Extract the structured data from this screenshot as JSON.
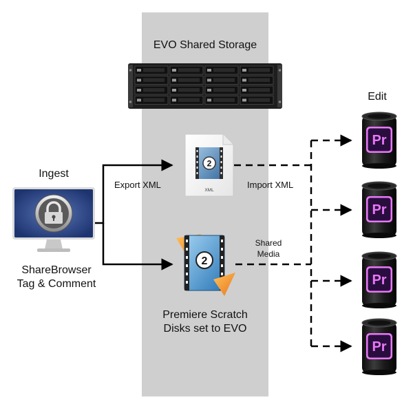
{
  "storage": {
    "title": "EVO Shared Storage"
  },
  "ingest": {
    "title": "Ingest",
    "caption_line1": "ShareBrowser",
    "caption_line2": "Tag & Comment"
  },
  "edit": {
    "title": "Edit",
    "app_badge": "Pr"
  },
  "xml_file": {
    "label": "XML",
    "badge": "2"
  },
  "scratch": {
    "badge": "2",
    "caption_line1": "Premiere Scratch",
    "caption_line2": "Disks set to EVO"
  },
  "connectors": {
    "export": "Export XML",
    "import": "Import XML",
    "shared_line1": "Shared",
    "shared_line2": "Media"
  },
  "colors": {
    "storage_column": "#cfcfcf",
    "premiere_bg": "#2a0d3f",
    "premiere_accent": "#e878f7",
    "monitor_screen": "#2f4b8c",
    "server": "#1e1e1e"
  },
  "icons": [
    "server-rack-icon",
    "lock-monitor-icon",
    "xml-file-icon",
    "premiere-project-icon",
    "mac-pro-icon"
  ]
}
